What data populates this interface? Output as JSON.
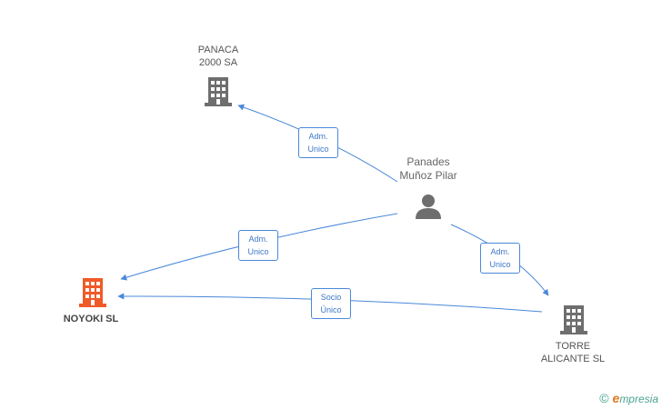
{
  "nodes": {
    "panaca": {
      "line1": "PANACA",
      "line2": "2000 SA",
      "icon": "building-icon",
      "color": "#6e6e6e"
    },
    "person": {
      "line1": "Panades",
      "line2": "Muñoz Pilar",
      "icon": "person-icon",
      "color": "#6e6e6e"
    },
    "noyoki": {
      "line1": "NOYOKI SL",
      "icon": "building-icon",
      "color": "#f05a28"
    },
    "torre": {
      "line1": "TORRE",
      "line2": "ALICANTE SL",
      "icon": "building-icon",
      "color": "#6e6e6e"
    }
  },
  "edges": {
    "person_panaca": {
      "line1": "Adm.",
      "line2": "Unico"
    },
    "person_noyoki": {
      "line1": "Adm.",
      "line2": "Unico"
    },
    "person_torre": {
      "line1": "Adm.",
      "line2": "Unico"
    },
    "torre_noyoki": {
      "line1": "Socio",
      "line2": "Único"
    }
  },
  "edge_color": "#4a88d9",
  "footer": {
    "copyright": "©",
    "brand_initial": "e",
    "brand_rest": "mpresia"
  }
}
